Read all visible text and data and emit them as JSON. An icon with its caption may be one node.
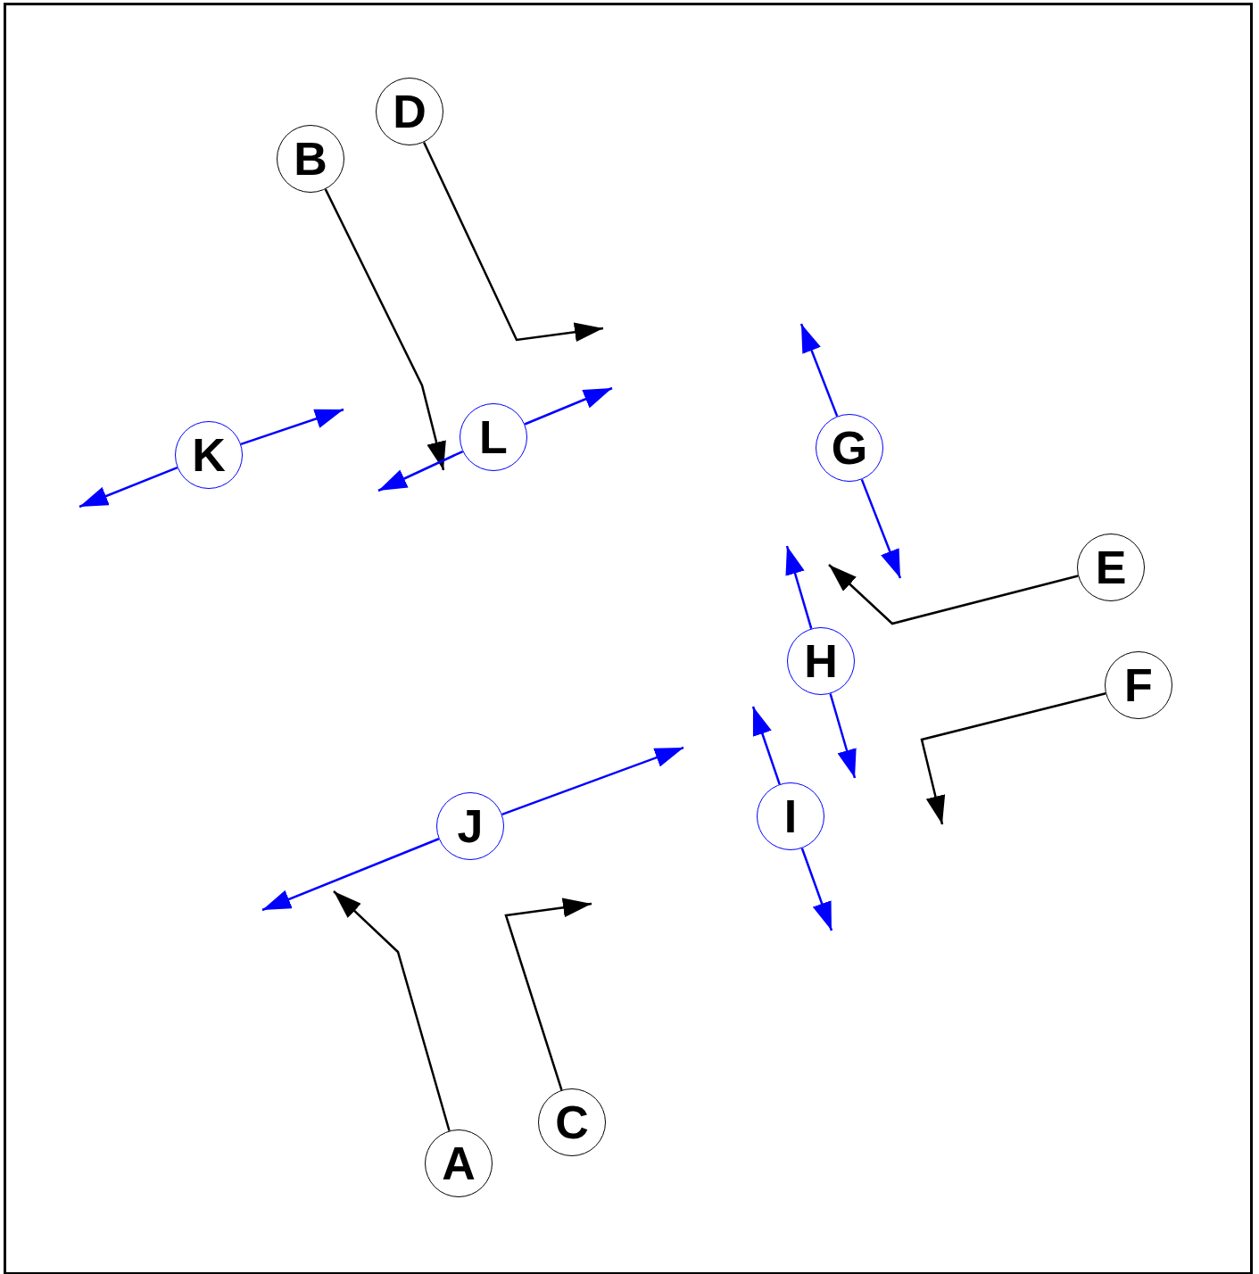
{
  "diagram": {
    "nodes": [
      {
        "text": [
          "A"
        ]
      },
      {
        "text": [
          "B"
        ]
      },
      {
        "text": [
          "C"
        ]
      },
      {
        "text": [
          "D"
        ]
      },
      {
        "text": [
          "E"
        ]
      },
      {
        "text": [
          "F"
        ]
      },
      {
        "text": [
          "G"
        ]
      },
      {
        "text": [
          "H"
        ]
      },
      {
        "text": [
          "I"
        ]
      },
      {
        "text": [
          "J"
        ]
      },
      {
        "text": [
          "K"
        ]
      },
      {
        "text": [
          "L"
        ]
      }
    ],
    "edges": [
      {
        "from": 0,
        "to": null,
        "arrow": "to",
        "color": "#000000"
      },
      {
        "from": 1,
        "to": 11,
        "arrow": "to",
        "color": "#000000"
      },
      {
        "from": 2,
        "to": null,
        "arrow": "to",
        "color": "#000000"
      },
      {
        "from": 3,
        "to": null,
        "arrow": "to",
        "color": "#000000"
      },
      {
        "from": 4,
        "to": null,
        "arrow": "to",
        "color": "#000000"
      },
      {
        "from": 5,
        "to": null,
        "arrow": "to",
        "color": "#000000"
      },
      {
        "from": 6,
        "to": null,
        "arrow": "to"
      },
      {
        "from": 6,
        "to": null,
        "arrow": "to"
      },
      {
        "from": 7,
        "to": null,
        "arrow": "to"
      },
      {
        "from": 7,
        "to": 8,
        "arrow": "to"
      },
      {
        "from": 8,
        "to": null,
        "arrow": "to"
      },
      {
        "from": 8,
        "to": null,
        "arrow": "to"
      },
      {
        "from": 9,
        "to": null,
        "arrow": "to"
      },
      {
        "from": 9,
        "to": null,
        "arrow": "to"
      },
      {
        "from": 10,
        "to": null,
        "arrow": "to"
      },
      {
        "from": 10,
        "to": null,
        "arrow": "to"
      },
      {
        "from": 11,
        "to": null,
        "arrow": "to"
      },
      {
        "from": 11,
        "to": null,
        "arrow": "to"
      }
    ]
  }
}
